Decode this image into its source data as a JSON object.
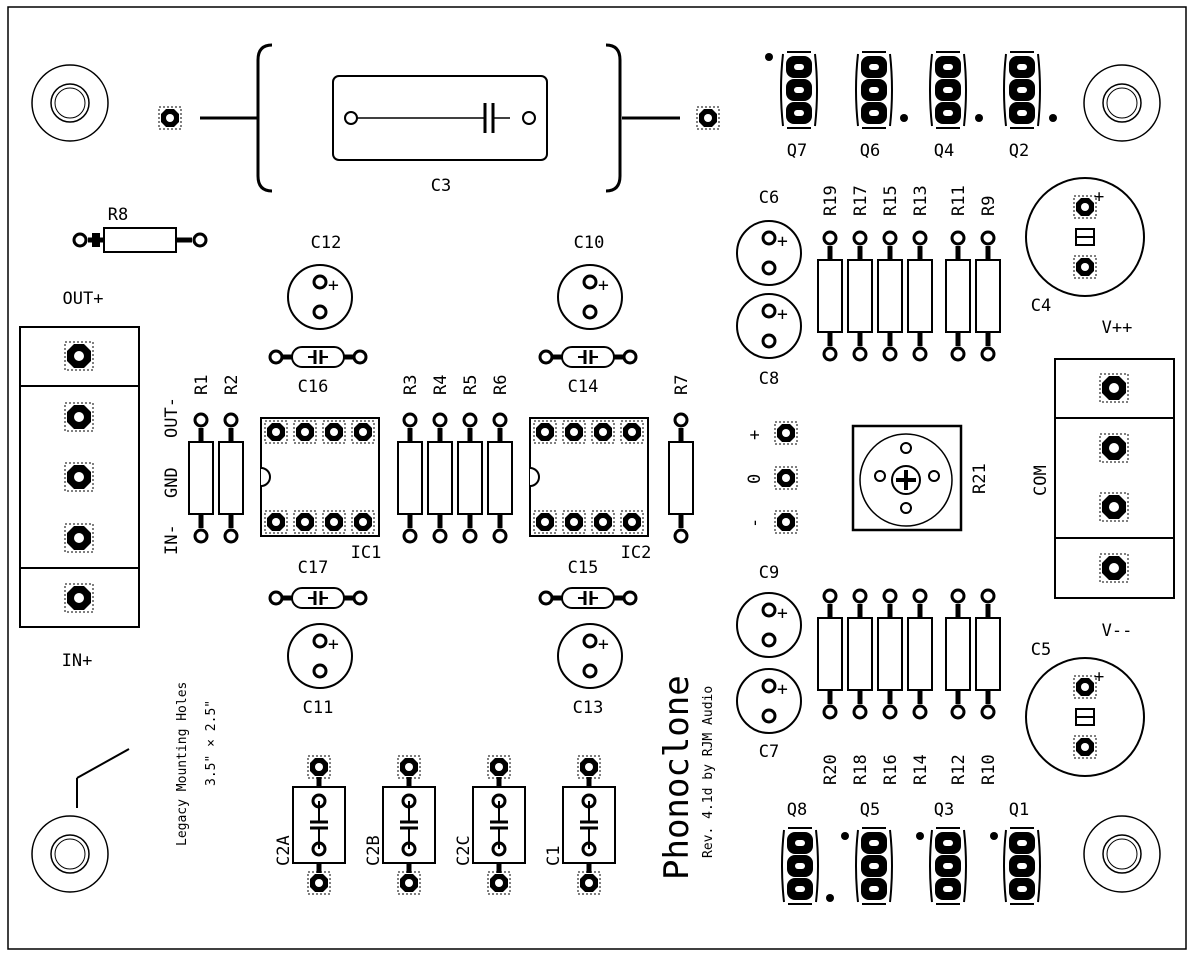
{
  "board": {
    "title": "Phonoclone",
    "revision": "Rev. 4.1d by RJM Audio",
    "mounting_note_1": "Legacy Mounting Holes",
    "mounting_note_2": "3.5\" × 2.5\""
  },
  "connectors": {
    "out_plus": "OUT+",
    "in_plus": "IN+",
    "out_minus": "OUT-",
    "gnd": "GND",
    "in_minus": "IN-",
    "v_pos": "V++",
    "com": "COM",
    "v_neg": "V--",
    "pot_plus": "+",
    "pot_zero": "0",
    "pot_minus": "-"
  },
  "components": {
    "C1": "C1",
    "C2A": "C2A",
    "C2B": "C2B",
    "C2C": "C2C",
    "C3": "C3",
    "C4": "C4",
    "C5": "C5",
    "C6": "C6",
    "C7": "C7",
    "C8": "C8",
    "C9": "C9",
    "C10": "C10",
    "C11": "C11",
    "C12": "C12",
    "C13": "C13",
    "C14": "C14",
    "C15": "C15",
    "C16": "C16",
    "C17": "C17",
    "IC1": "IC1",
    "IC2": "IC2",
    "R1": "R1",
    "R2": "R2",
    "R3": "R3",
    "R4": "R4",
    "R5": "R5",
    "R6": "R6",
    "R7": "R7",
    "R8": "R8",
    "R9": "R9",
    "R10": "R10",
    "R11": "R11",
    "R12": "R12",
    "R13": "R13",
    "R14": "R14",
    "R15": "R15",
    "R16": "R16",
    "R17": "R17",
    "R18": "R18",
    "R19": "R19",
    "R20": "R20",
    "R21": "R21",
    "Q1": "Q1",
    "Q2": "Q2",
    "Q3": "Q3",
    "Q4": "Q4",
    "Q5": "Q5",
    "Q6": "Q6",
    "Q7": "Q7",
    "Q8": "Q8"
  }
}
